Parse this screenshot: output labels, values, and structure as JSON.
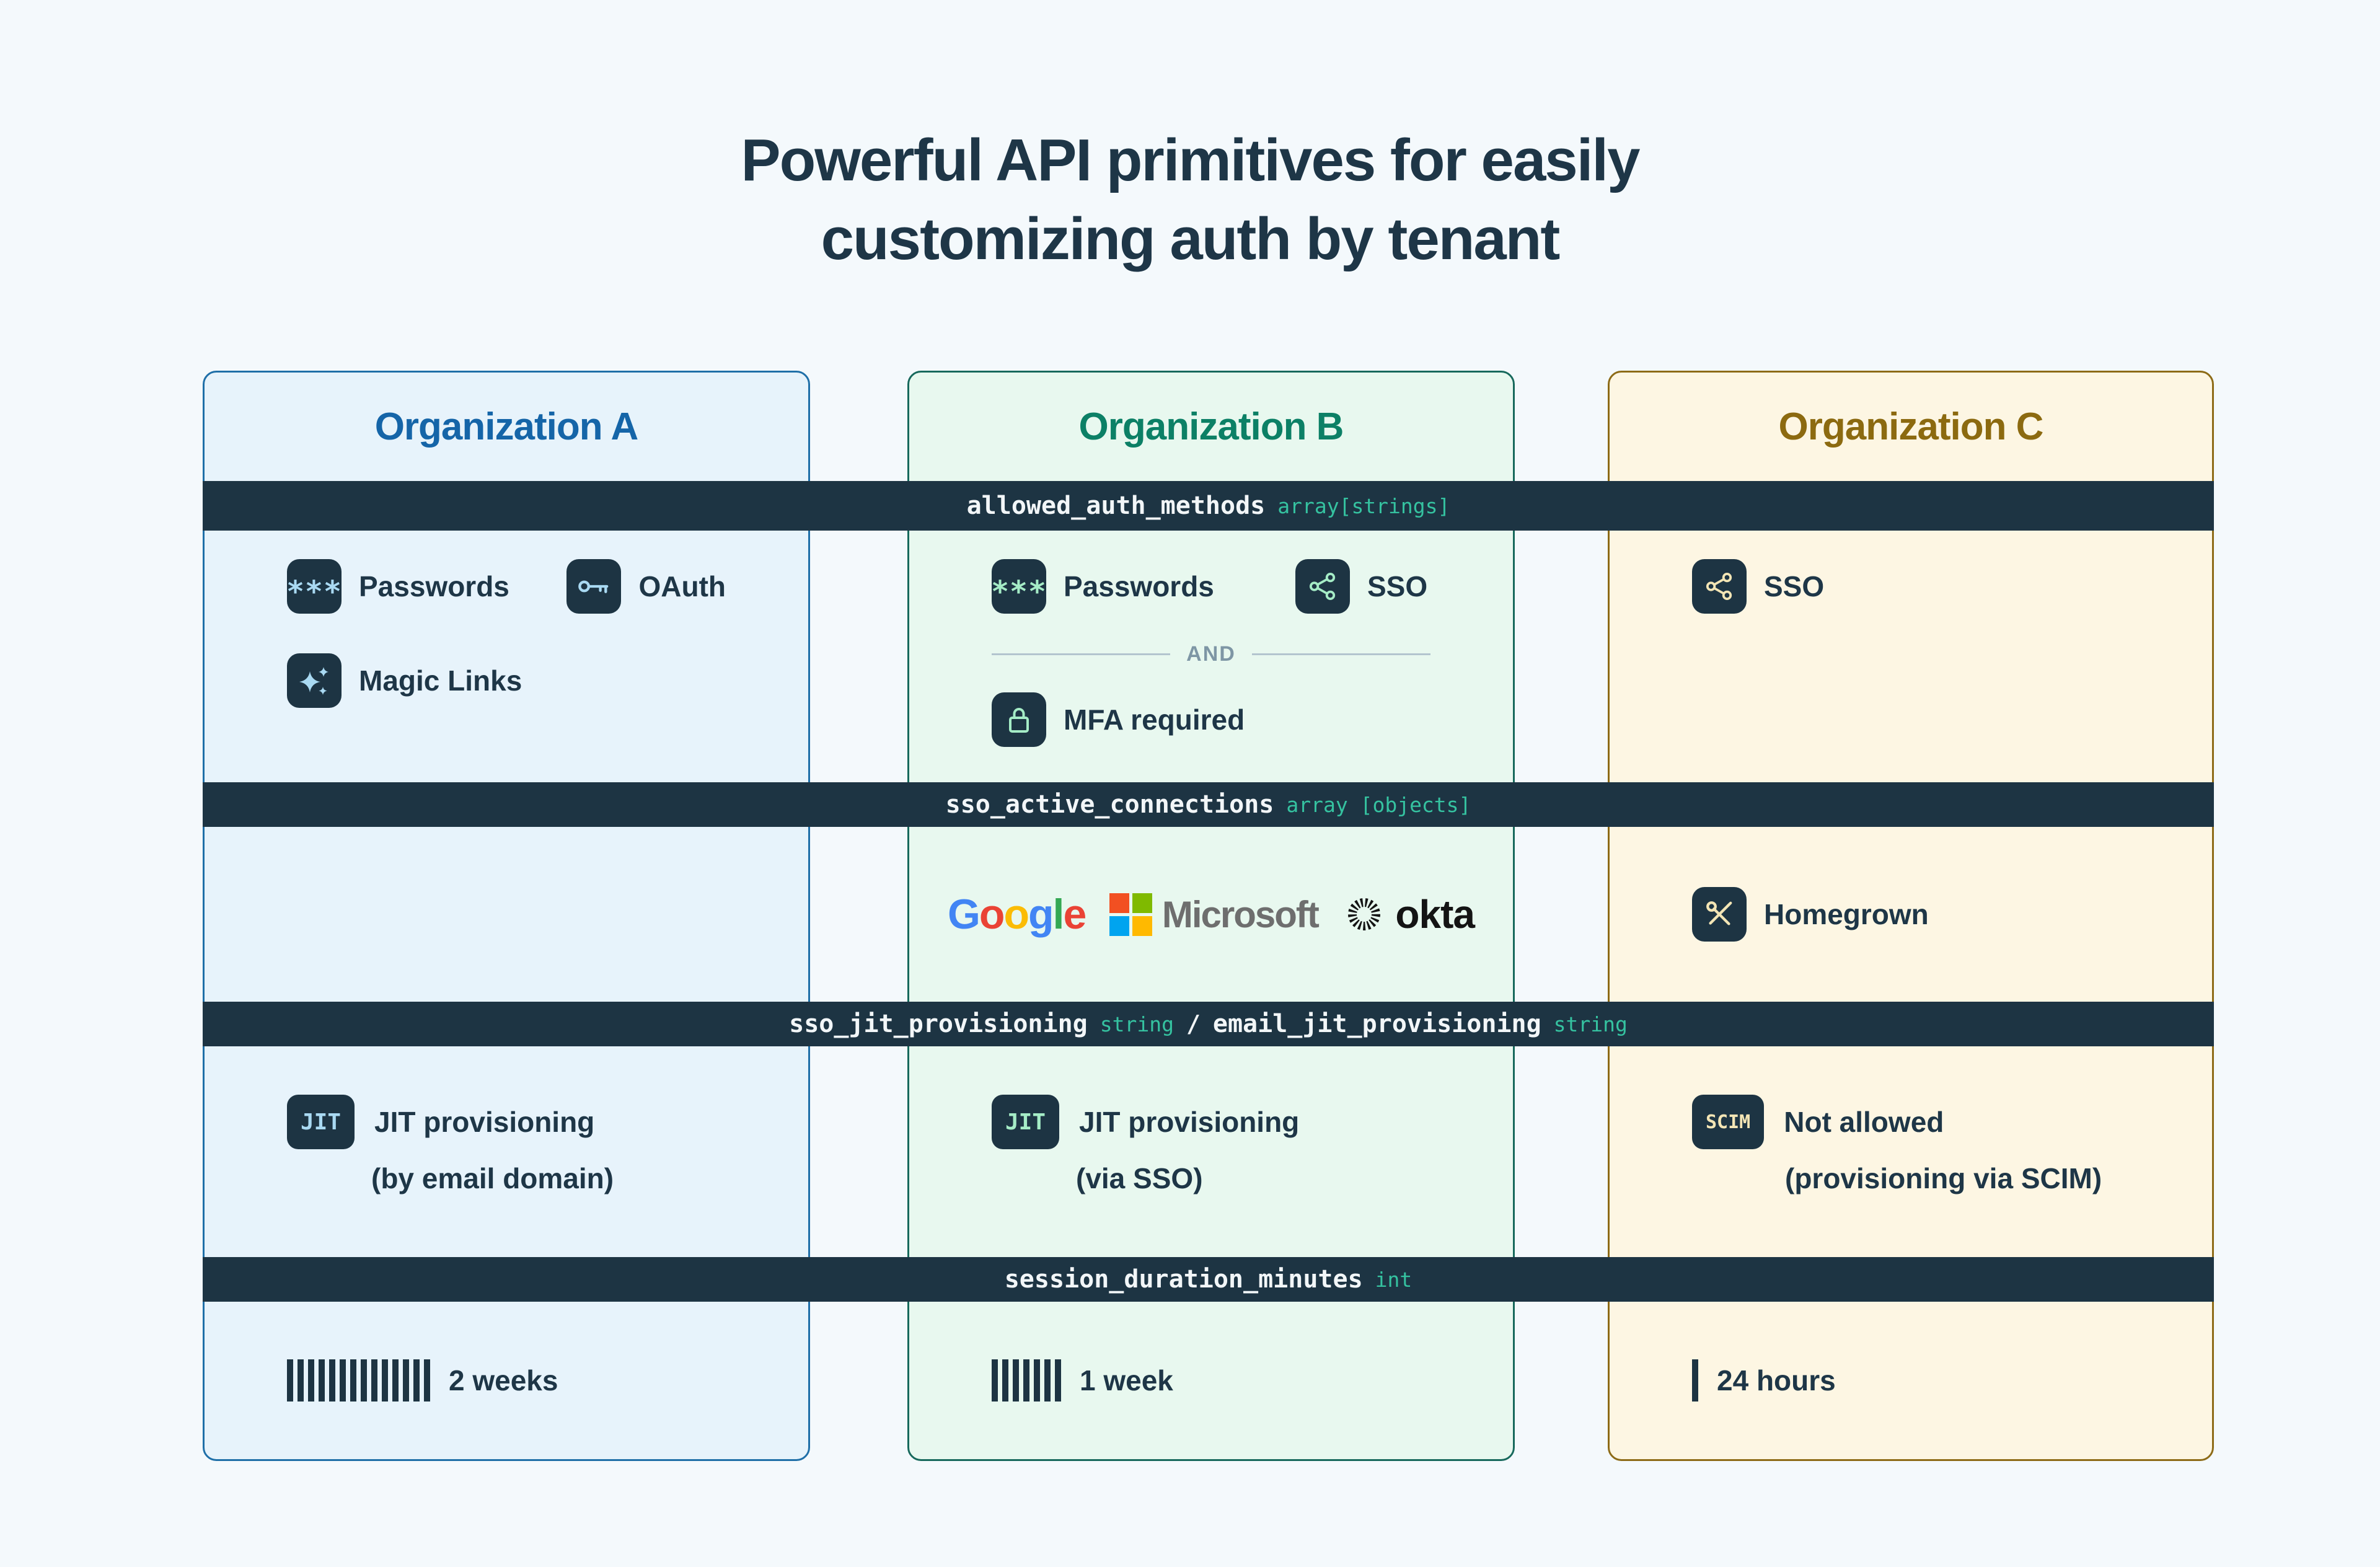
{
  "title": {
    "line1": "Powerful API primitives for easily",
    "line2": "customizing auth by tenant"
  },
  "palette": {
    "background": "#f4f9fc",
    "navy": "#1d3443",
    "teal_type": "#35c2a0",
    "text": "#1e3647",
    "org_a": {
      "bg": "#e7f3fb",
      "border": "#1f6fa8",
      "title": "#1565a8",
      "glyph": "#a9d9f2"
    },
    "org_b": {
      "bg": "#e8f8ef",
      "border": "#17695c",
      "title": "#0c8066",
      "glyph": "#a5ecc6"
    },
    "org_c": {
      "bg": "#fdf6e3",
      "border": "#8d6b17",
      "title": "#8c6a10",
      "glyph": "#f3e5b5"
    }
  },
  "bars": [
    {
      "field": "allowed_auth_methods",
      "type": "array[strings]"
    },
    {
      "field": "sso_active_connections",
      "type": "array [objects]"
    },
    {
      "field": "sso_jit_provisioning",
      "type": "string",
      "separator": "/",
      "field2": "email_jit_provisioning",
      "type2": "string"
    },
    {
      "field": "session_duration_minutes",
      "type": "int"
    }
  ],
  "org_a": {
    "title": "Organization A",
    "auth_methods": [
      {
        "icon": "asterisks-icon",
        "label": "Passwords"
      },
      {
        "icon": "key-icon",
        "label": "OAuth"
      },
      {
        "icon": "sparkles-icon",
        "label": "Magic Links"
      }
    ],
    "jit": {
      "badge": "JIT",
      "line1": "JIT provisioning",
      "line2": "(by email domain)"
    },
    "session": {
      "ticks": 14,
      "label": "2 weeks"
    }
  },
  "org_b": {
    "title": "Organization B",
    "auth_methods_row1": [
      {
        "icon": "asterisks-icon",
        "label": "Passwords"
      },
      {
        "icon": "share-nodes-icon",
        "label": "SSO"
      }
    ],
    "auth_operator": "AND",
    "auth_methods_row2": [
      {
        "icon": "lock-icon",
        "label": "MFA required"
      }
    ],
    "sso_connections": {
      "google": {
        "name": "Google",
        "letters": [
          {
            "ch": "G",
            "color": "#4285F4"
          },
          {
            "ch": "o",
            "color": "#EA4335"
          },
          {
            "ch": "o",
            "color": "#FBBC05"
          },
          {
            "ch": "g",
            "color": "#4285F4"
          },
          {
            "ch": "l",
            "color": "#34A853"
          },
          {
            "ch": "e",
            "color": "#EA4335"
          }
        ]
      },
      "microsoft": {
        "name": "Microsoft",
        "text_color": "#6e6e6e",
        "squares": [
          "#f25022",
          "#7fba00",
          "#00a4ef",
          "#ffb900"
        ]
      },
      "okta": {
        "name": "okta",
        "color": "#141414"
      }
    },
    "jit": {
      "badge": "JIT",
      "line1": "JIT provisioning",
      "line2": "(via SSO)"
    },
    "session": {
      "ticks": 7,
      "label": "1 week"
    }
  },
  "org_c": {
    "title": "Organization C",
    "auth_methods": [
      {
        "icon": "share-nodes-icon",
        "label": "SSO"
      }
    ],
    "sso_connections": [
      {
        "icon": "tools-icon",
        "label": "Homegrown"
      }
    ],
    "jit": {
      "badge": "SCIM",
      "line1": "Not allowed",
      "line2": "(provisioning via SCIM)"
    },
    "session": {
      "ticks": 1,
      "label": "24 hours"
    }
  }
}
